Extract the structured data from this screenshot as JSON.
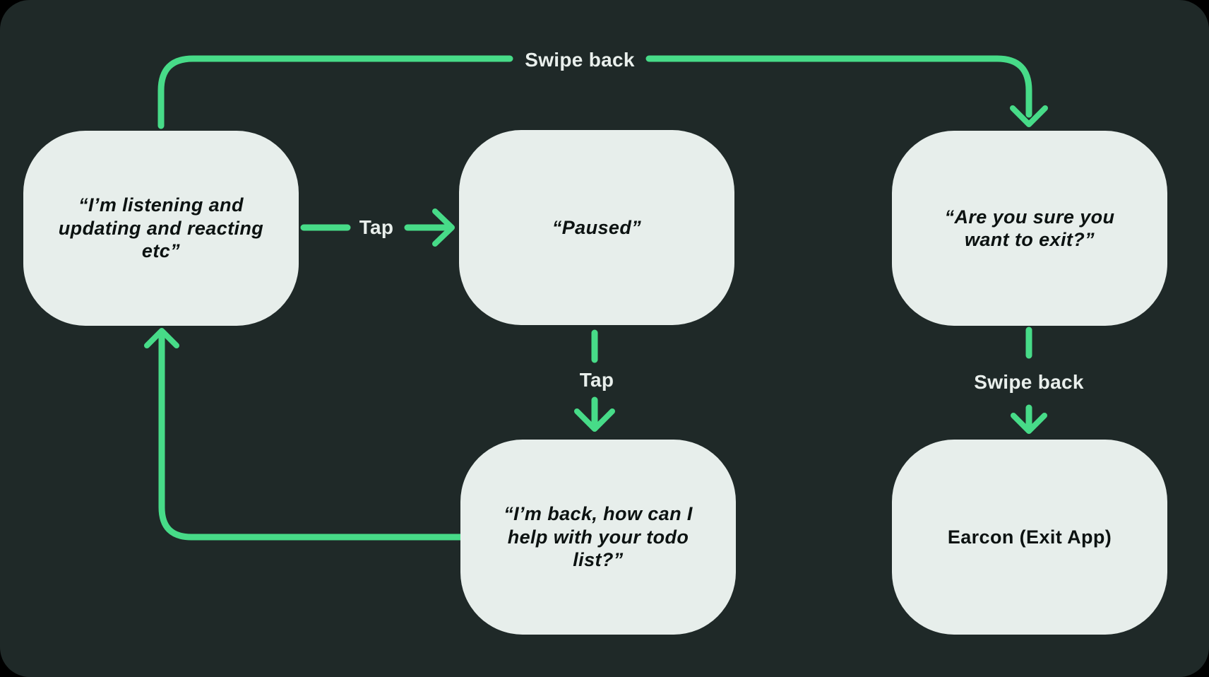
{
  "colors": {
    "background": "#1f2928",
    "node_fill": "#e7eeeb",
    "arrow_green": "#47db88",
    "node_text": "#0c1211",
    "label_text": "#e9efec"
  },
  "nodes": [
    {
      "id": "listening",
      "text": "“I’m listening and\nupdating and reacting\netc”",
      "style": "italic-quote"
    },
    {
      "id": "paused",
      "text": "“Paused”",
      "style": "italic-quote"
    },
    {
      "id": "confirm-exit",
      "text": "“Are you sure you\nwant to exit?”",
      "style": "italic-quote"
    },
    {
      "id": "back-helping",
      "text": "“I’m back, how can I\nhelp with your todo\nlist?”",
      "style": "italic-quote"
    },
    {
      "id": "earcon-exit",
      "text": "Earcon (Exit App)",
      "style": "bold"
    }
  ],
  "edges": [
    {
      "from": "listening",
      "to": "confirm-exit",
      "label": "Swipe back",
      "route": "up-over-top"
    },
    {
      "from": "listening",
      "to": "paused",
      "label": "Tap",
      "route": "horizontal-right"
    },
    {
      "from": "paused",
      "to": "back-helping",
      "label": "Tap",
      "route": "vertical-down"
    },
    {
      "from": "confirm-exit",
      "to": "earcon-exit",
      "label": "Swipe back",
      "route": "vertical-down"
    },
    {
      "from": "back-helping",
      "to": "listening",
      "label": "",
      "route": "left-then-up"
    }
  ]
}
